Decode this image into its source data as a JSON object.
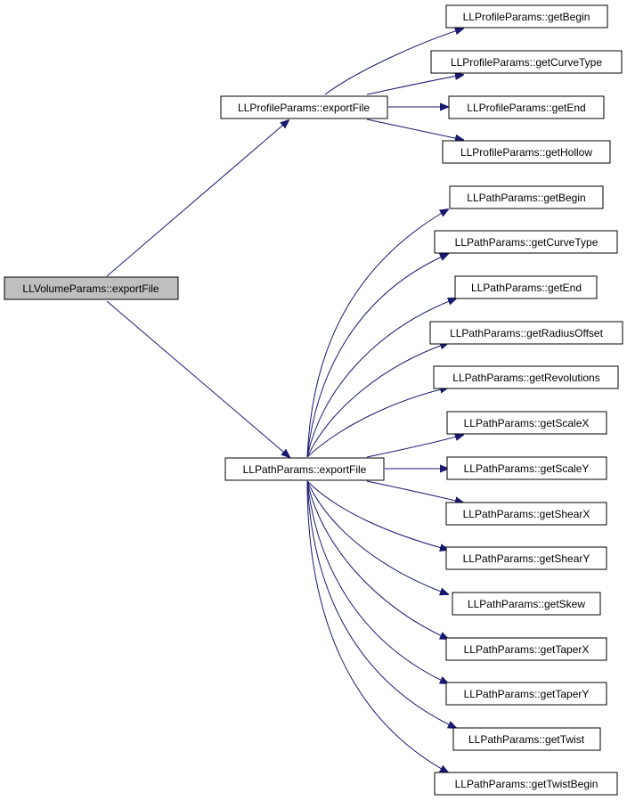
{
  "diagram": {
    "type": "call-graph",
    "root": {
      "label": "LLVolumeParams::exportFile",
      "fill": "#bfbfbf"
    },
    "nodes": {
      "profile_export": "LLProfileParams::exportFile",
      "path_export": "LLPathParams::exportFile",
      "prof_getBegin": "LLProfileParams::getBegin",
      "prof_getCurveType": "LLProfileParams::getCurveType",
      "prof_getEnd": "LLProfileParams::getEnd",
      "prof_getHollow": "LLProfileParams::getHollow",
      "path_getBegin": "LLPathParams::getBegin",
      "path_getCurveType": "LLPathParams::getCurveType",
      "path_getEnd": "LLPathParams::getEnd",
      "path_getRadiusOffset": "LLPathParams::getRadiusOffset",
      "path_getRevolutions": "LLPathParams::getRevolutions",
      "path_getScaleX": "LLPathParams::getScaleX",
      "path_getScaleY": "LLPathParams::getScaleY",
      "path_getShearX": "LLPathParams::getShearX",
      "path_getShearY": "LLPathParams::getShearY",
      "path_getSkew": "LLPathParams::getSkew",
      "path_getTaperX": "LLPathParams::getTaperX",
      "path_getTaperY": "LLPathParams::getTaperY",
      "path_getTwist": "LLPathParams::getTwist",
      "path_getTwistBegin": "LLPathParams::getTwistBegin"
    },
    "edges": [
      [
        "root",
        "profile_export"
      ],
      [
        "root",
        "path_export"
      ],
      [
        "profile_export",
        "prof_getBegin"
      ],
      [
        "profile_export",
        "prof_getCurveType"
      ],
      [
        "profile_export",
        "prof_getEnd"
      ],
      [
        "profile_export",
        "prof_getHollow"
      ],
      [
        "path_export",
        "path_getBegin"
      ],
      [
        "path_export",
        "path_getCurveType"
      ],
      [
        "path_export",
        "path_getEnd"
      ],
      [
        "path_export",
        "path_getRadiusOffset"
      ],
      [
        "path_export",
        "path_getRevolutions"
      ],
      [
        "path_export",
        "path_getScaleX"
      ],
      [
        "path_export",
        "path_getScaleY"
      ],
      [
        "path_export",
        "path_getShearX"
      ],
      [
        "path_export",
        "path_getShearY"
      ],
      [
        "path_export",
        "path_getSkew"
      ],
      [
        "path_export",
        "path_getTaperX"
      ],
      [
        "path_export",
        "path_getTaperY"
      ],
      [
        "path_export",
        "path_getTwist"
      ],
      [
        "path_export",
        "path_getTwistBegin"
      ]
    ],
    "edge_color": "#191970",
    "node_border": "#000000"
  }
}
